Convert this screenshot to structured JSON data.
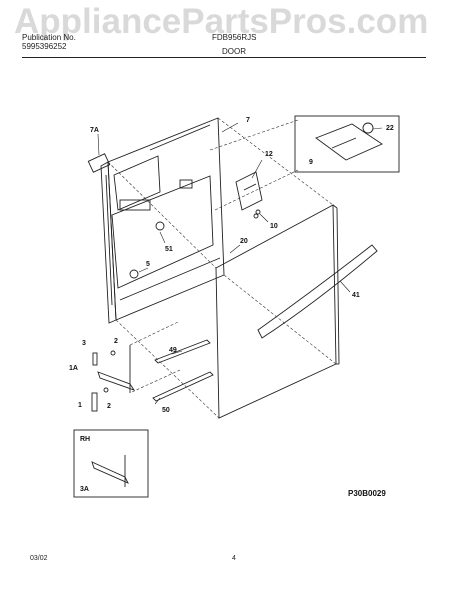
{
  "header": {
    "watermark": "AppliancePartsPros.com",
    "brand": "Publication No.",
    "pub_number": "5995396252",
    "model": "FDB956RJS",
    "section": "DOOR"
  },
  "callouts": {
    "c7": "7",
    "c7a": "7A",
    "c12": "12",
    "c22": "22",
    "c9": "9",
    "c10": "10",
    "c20": "20",
    "c51": "51",
    "c5": "5",
    "c41": "41",
    "c49": "49",
    "c3": "3",
    "c2a": "2",
    "c1a": "1A",
    "c2b": "2",
    "c1": "1",
    "c50": "50",
    "rh": "RH",
    "c3a": "3A"
  },
  "diagram_code": "P30B0029",
  "footer": {
    "date": "03/02",
    "page": "4"
  }
}
